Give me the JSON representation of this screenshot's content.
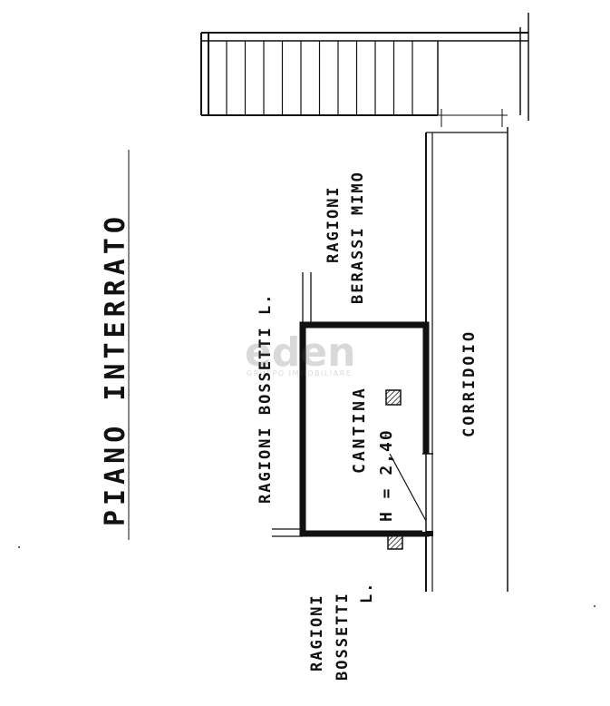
{
  "title": "PIANO INTERRATO",
  "room": {
    "name": "CANTINA",
    "height_label": "H = 2,40"
  },
  "corridor_label": "CORRIDOIO",
  "neighbors": {
    "top_left": "RAGIONI BOSSETTI L.",
    "top_right_line1": "RAGIONI",
    "top_right_line2": "BERASSI MIMO",
    "bottom_line1": "RAGIONI",
    "bottom_line2": "BOSSETTI",
    "bottom_line3": "L."
  },
  "watermark": {
    "brand": "eden",
    "tagline": "GRUPPO IMMOBILIARE"
  }
}
